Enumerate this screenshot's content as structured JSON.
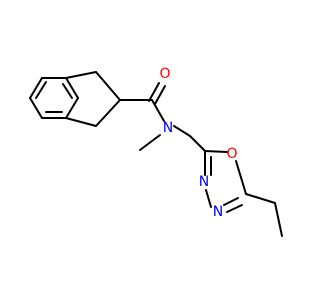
{
  "molecule": {
    "atom_labels": {
      "carbonyl_oxygen": "O",
      "amide_nitrogen": "N",
      "ring_oxygen": "O",
      "ring_nitrogen_1": "N",
      "ring_nitrogen_2": "N"
    },
    "colors": {
      "bond": "#000000",
      "oxygen": "#ff0000",
      "nitrogen": "#0000ff"
    }
  }
}
